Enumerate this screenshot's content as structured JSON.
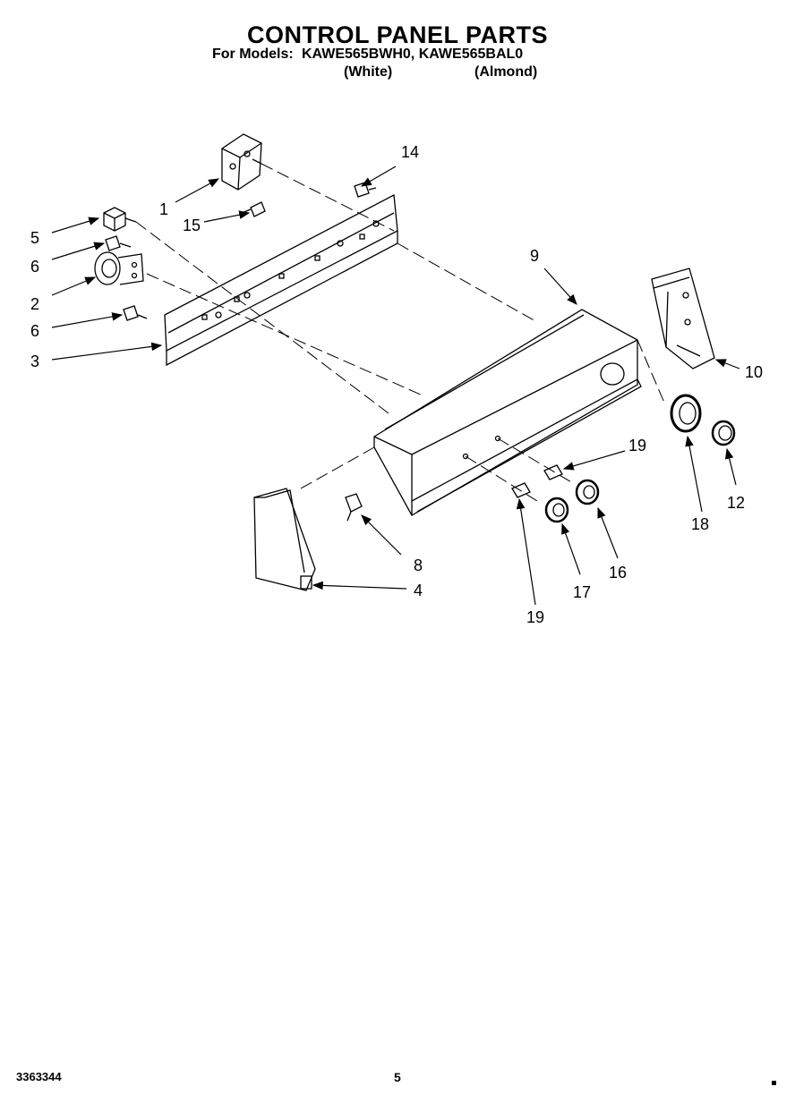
{
  "header": {
    "title": "CONTROL PANEL PARTS",
    "for_models_label": "For Models:",
    "models": "KAWE565BWH0, KAWE565BAL0",
    "color_white": "(White)",
    "color_almond": "(Almond)"
  },
  "callouts": {
    "n1": "1",
    "n2": "2",
    "n3": "3",
    "n4": "4",
    "n5": "5",
    "n6a": "6",
    "n6b": "6",
    "n8": "8",
    "n9": "9",
    "n10": "10",
    "n12": "12",
    "n14": "14",
    "n15": "15",
    "n16": "16",
    "n17": "17",
    "n18": "18",
    "n19a": "19",
    "n19b": "19"
  },
  "footer": {
    "doc_number": "3363344",
    "page_number": "5"
  }
}
